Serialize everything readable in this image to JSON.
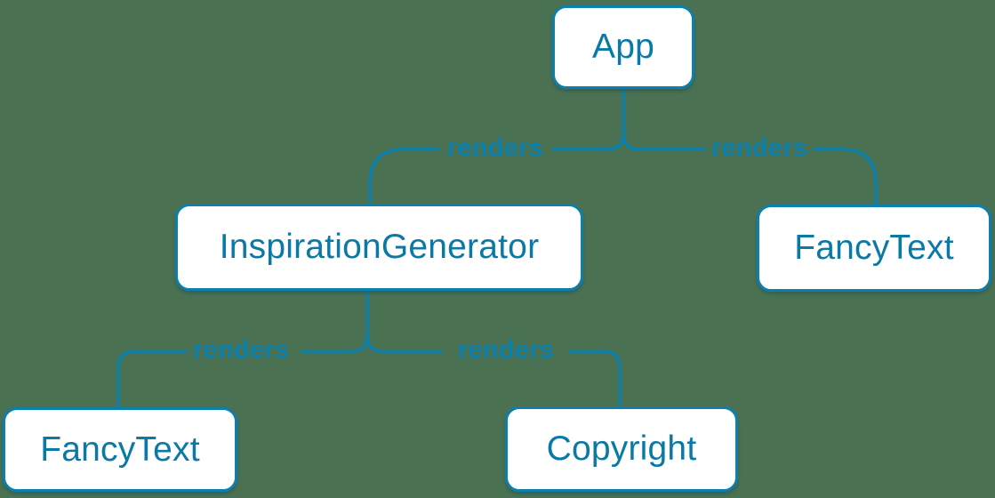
{
  "diagram": {
    "type": "component-render-tree",
    "colors": {
      "background": "#4a7152",
      "accent_line": "#0c80ad",
      "node_fill": "#ffffff",
      "node_border": "#0c80ad",
      "node_text": "#0a79a6"
    },
    "nodes": {
      "app": {
        "label": "App"
      },
      "inspiration_generator": {
        "label": "InspirationGenerator"
      },
      "fancy_text_top": {
        "label": "FancyText"
      },
      "fancy_text_bottom": {
        "label": "FancyText"
      },
      "copyright": {
        "label": "Copyright"
      }
    },
    "edges": [
      {
        "from": "App",
        "to": "InspirationGenerator",
        "label": "renders"
      },
      {
        "from": "App",
        "to": "FancyText",
        "label": "renders"
      },
      {
        "from": "InspirationGenerator",
        "to": "FancyText",
        "label": "renders"
      },
      {
        "from": "InspirationGenerator",
        "to": "Copyright",
        "label": "renders"
      }
    ]
  }
}
